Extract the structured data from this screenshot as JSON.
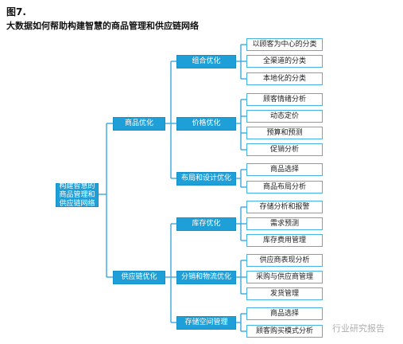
{
  "figure": {
    "label": "图7.",
    "title": "大数据如何帮助构建智慧的商品管理和供应链网络"
  },
  "root": {
    "label": "构建智慧的商品管理和供应链网络"
  },
  "branches": [
    {
      "label": "商品优化",
      "groups": [
        {
          "label": "组合优化",
          "items": [
            "以顾客为中心的分类",
            "全渠道的分类",
            "本地化的分类"
          ]
        },
        {
          "label": "价格优化",
          "items": [
            "顾客情绪分析",
            "动态定价",
            "预算和预测",
            "促销分析"
          ]
        },
        {
          "label": "布局和设计优化",
          "items": [
            "商品选择",
            "商品布局分析"
          ]
        }
      ]
    },
    {
      "label": "供应链优化",
      "groups": [
        {
          "label": "库存优化",
          "items": [
            "存储分析和报警",
            "需求预测",
            "库存费用管理"
          ]
        },
        {
          "label": "分销和物流优化",
          "items": [
            "供应商表现分析",
            "采购与供应商管理",
            "发货管理"
          ]
        },
        {
          "label": "存储空间管理",
          "items": [
            "商品选择",
            "顾客购买模式分析"
          ]
        }
      ]
    }
  ],
  "watermark": "行业研究报告"
}
